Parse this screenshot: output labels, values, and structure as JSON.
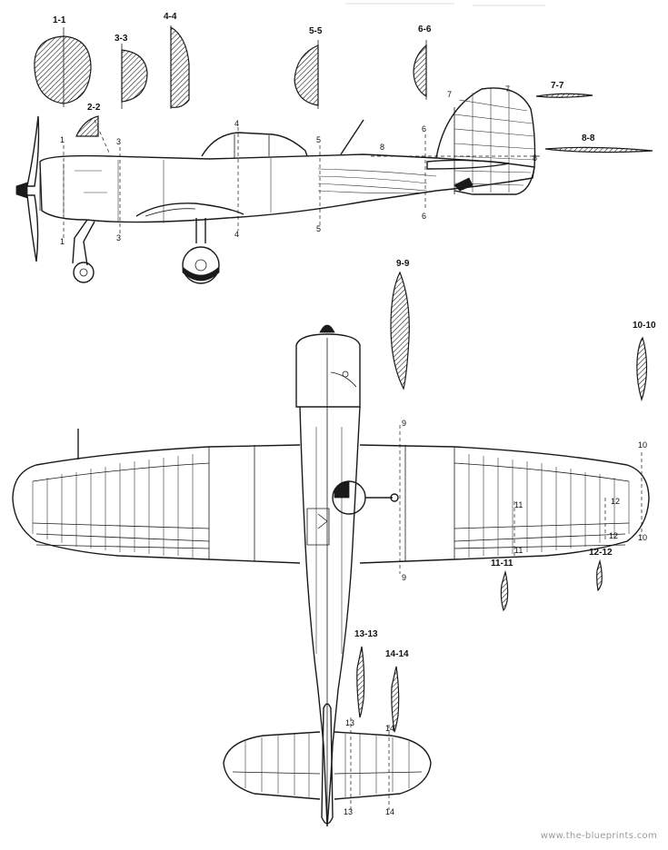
{
  "sections": {
    "s1": "1-1",
    "s2": "2-2",
    "s3": "3-3",
    "s4": "4-4",
    "s5": "5-5",
    "s6": "6-6",
    "s7": "7-7",
    "s8": "8-8",
    "s9": "9-9",
    "s10": "10-10",
    "s11": "11-11",
    "s12": "12-12",
    "s13": "13-13",
    "s14": "14-14"
  },
  "markers": {
    "m1": "1",
    "m3": "3",
    "m4": "4",
    "m5": "5",
    "m6": "6",
    "m7": "7",
    "m8": "8",
    "m9": "9",
    "m10": "10",
    "m11": "11",
    "m12": "12",
    "m13": "13",
    "m14": "14"
  },
  "watermark": "www.the-blueprints.com"
}
